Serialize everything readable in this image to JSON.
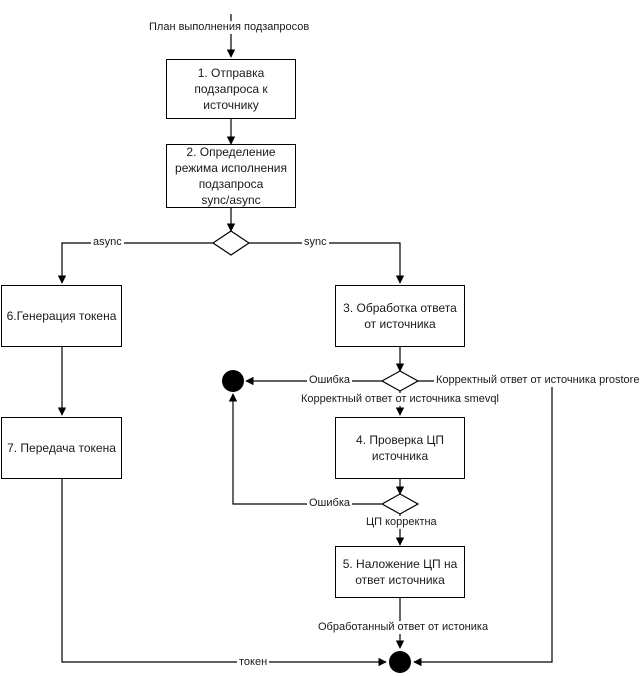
{
  "diagram": {
    "title": "План выполнения подзапросов",
    "type": "flowchart",
    "language": "ru",
    "colors": {
      "line": "#000000",
      "box_border": "#000000",
      "box_fill": "#ffffff",
      "text": "#1a1a1a",
      "end_node_fill": "#000000",
      "background": "#ffffff"
    },
    "nodes": [
      {
        "id": "n1",
        "kind": "process",
        "label": "1. Отправка подзапроса к источнику"
      },
      {
        "id": "n2",
        "kind": "process",
        "label": "2. Определение режима исполнения подзапроса sync/async"
      },
      {
        "id": "d1",
        "kind": "decision",
        "label": ""
      },
      {
        "id": "n6",
        "kind": "process",
        "label": "6.Генерация токена"
      },
      {
        "id": "n3",
        "kind": "process",
        "label": "3. Обработка ответа от источника"
      },
      {
        "id": "d2",
        "kind": "decision",
        "label": ""
      },
      {
        "id": "e1",
        "kind": "end",
        "label": ""
      },
      {
        "id": "n7",
        "kind": "process",
        "label": "7. Передача токена"
      },
      {
        "id": "n4",
        "kind": "process",
        "label": "4. Проверка ЦП источника"
      },
      {
        "id": "d3",
        "kind": "decision",
        "label": ""
      },
      {
        "id": "n5",
        "kind": "process",
        "label": "5. Наложение ЦП на ответ источника"
      },
      {
        "id": "e2",
        "kind": "end",
        "label": ""
      }
    ],
    "edge_labels": {
      "async": "async",
      "sync": "sync",
      "error_1": "Ошибка",
      "correct_prostore": "Корректный ответ от источника prostore",
      "correct_smevql": "Корректный ответ от источника smevql",
      "error_2": "Ошибка",
      "cp_correct": "ЦП корректна",
      "processed_answer": "Обработанный ответ от истоника",
      "token": "токен"
    }
  }
}
